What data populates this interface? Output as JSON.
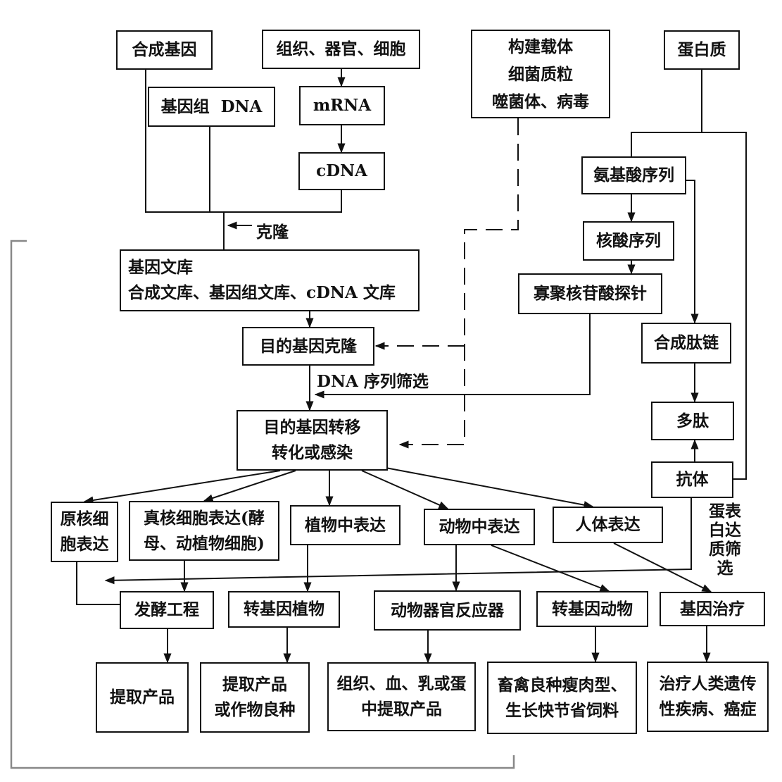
{
  "nodes": {
    "synthetic_gene": "合成基因",
    "tissue_organ_cell": "组织、器官、细胞",
    "build_vector": [
      "构建载体",
      "细菌质粒",
      "噬菌体、病毒"
    ],
    "protein": "蛋白质",
    "genomic_dna": "基因组  DNA",
    "mrna": "mRNA",
    "cdna": "cDNA",
    "amino_acid_seq": "氨基酸序列",
    "nucleic_acid_seq": "核酸序列",
    "oligo_probe": "寡聚核苷酸探针",
    "gene_library": [
      "基因文库",
      "合成文库、基因组文库、cDNA 文库"
    ],
    "synthetic_peptide": "合成肽链",
    "target_gene_clone": "目的基因克隆",
    "polypeptide": "多肽",
    "target_gene_transfer": [
      "目的基因转移",
      "转化或感染"
    ],
    "antibody": "抗体",
    "prokaryotic_expression": [
      "原核细",
      "胞表达"
    ],
    "eukaryotic_expression": [
      "真核细胞表达(酵",
      "母、动植物细胞)"
    ],
    "plant_expression": "植物中表达",
    "animal_expression": "动物中表达",
    "human_expression": "人体表达",
    "fermentation": "发酵工程",
    "transgenic_plant": "转基因植物",
    "animal_bioreactor": "动物器官反应器",
    "transgenic_animal": "转基因动物",
    "gene_therapy": "基因治疗",
    "extract_product": "提取产品",
    "extract_or_crop": [
      "提取产品",
      "或作物良种"
    ],
    "tissue_blood_milk_egg": [
      "组织、血、乳或蛋",
      "中提取产品"
    ],
    "livestock": [
      "畜禽良种瘦肉型、",
      "生长快节省饲料"
    ],
    "treat_disease": [
      "治疗人类遗传",
      "性疾病、癌症"
    ]
  },
  "labels": {
    "clone": "克隆",
    "dna_seq_screen": "DNA 序列筛选",
    "protein_expression_screen": "蛋表白达质筛选"
  }
}
